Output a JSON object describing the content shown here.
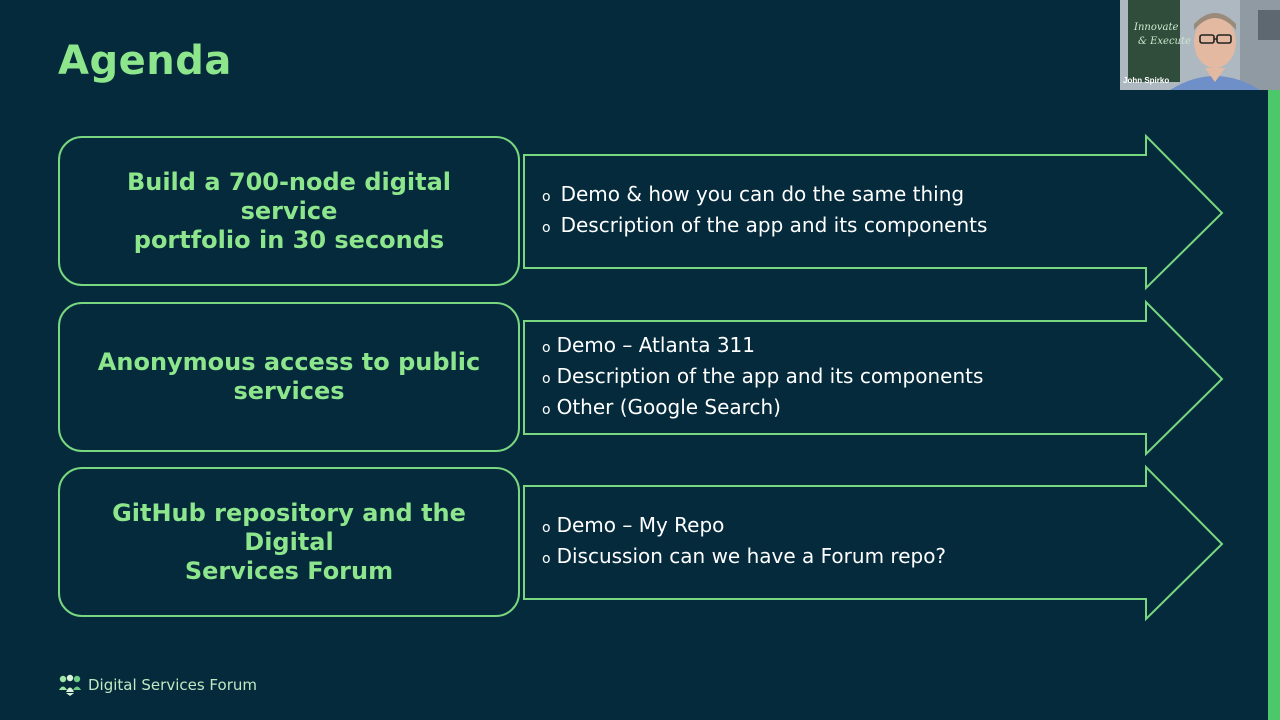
{
  "slide": {
    "title": "Agenda",
    "rows": [
      {
        "topic": [
          "Build a 700-node digital service",
          "portfolio in 30 seconds"
        ],
        "bullets": [
          "Demo & how you can do the same thing",
          "Description of the app and its components"
        ]
      },
      {
        "topic": [
          "Anonymous access to public",
          "services"
        ],
        "bullets": [
          "Demo – Atlanta 311",
          "Description of the app and its components",
          "Other (Google Search)"
        ]
      },
      {
        "topic": [
          "GitHub repository and the Digital",
          "Services Forum"
        ],
        "bullets": [
          "Demo – My Repo",
          "Discussion can we have a Forum repo?"
        ]
      }
    ],
    "bullet_marker": "o",
    "footer": {
      "org_name": "Digital Services Forum",
      "logo_icon": "people-group-logo-icon"
    }
  },
  "webcam": {
    "participant_name": "John Spirko",
    "wall_sign": [
      "Innovate",
      "& Execute"
    ]
  },
  "colors": {
    "background": "#042a3c",
    "accent_green": "#8ee68c",
    "outline_green": "#79d77f",
    "text_white": "#ffffff",
    "rail_green": "#4cc76a"
  }
}
